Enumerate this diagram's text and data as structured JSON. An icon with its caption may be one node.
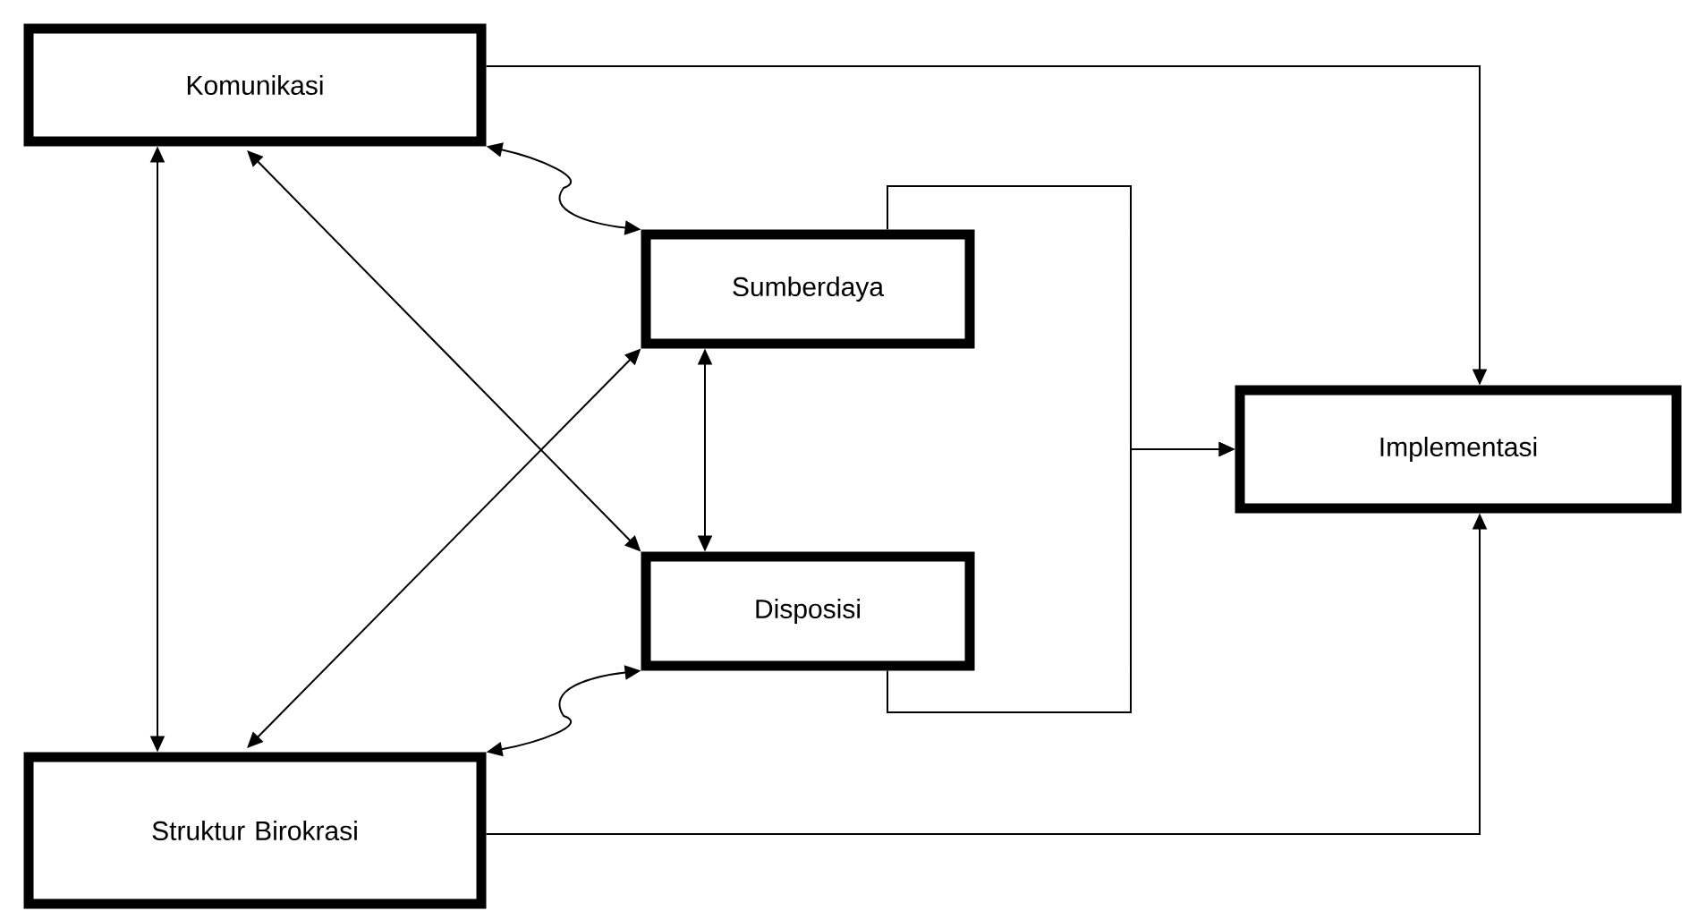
{
  "diagram": {
    "nodes": [
      {
        "text": [
          "Komunikasi"
        ]
      },
      {
        "text": [
          "Sumberdaya"
        ]
      },
      {
        "text": [
          "Disposisi"
        ]
      },
      {
        "text": [
          "Implementasi"
        ]
      },
      {
        "text": [
          "Struktur Birokrasi"
        ]
      }
    ],
    "edges": [
      {
        "from": 0,
        "to": 3,
        "arrow": "to"
      },
      {
        "from": 0,
        "to": 1,
        "arrow": "both"
      },
      {
        "from": 0,
        "to": 4,
        "arrow": "both"
      },
      {
        "from": 0,
        "to": 2,
        "arrow": "both"
      },
      {
        "from": 4,
        "to": 1,
        "arrow": "both"
      },
      {
        "from": 1,
        "to": 2,
        "arrow": "both"
      },
      {
        "from": 4,
        "to": 2,
        "arrow": "both"
      },
      {
        "from": 1,
        "to": 3,
        "arrow": "to"
      },
      {
        "from": 2,
        "to": 3,
        "arrow": "to"
      },
      {
        "from": 4,
        "to": 3,
        "arrow": "to"
      }
    ]
  }
}
